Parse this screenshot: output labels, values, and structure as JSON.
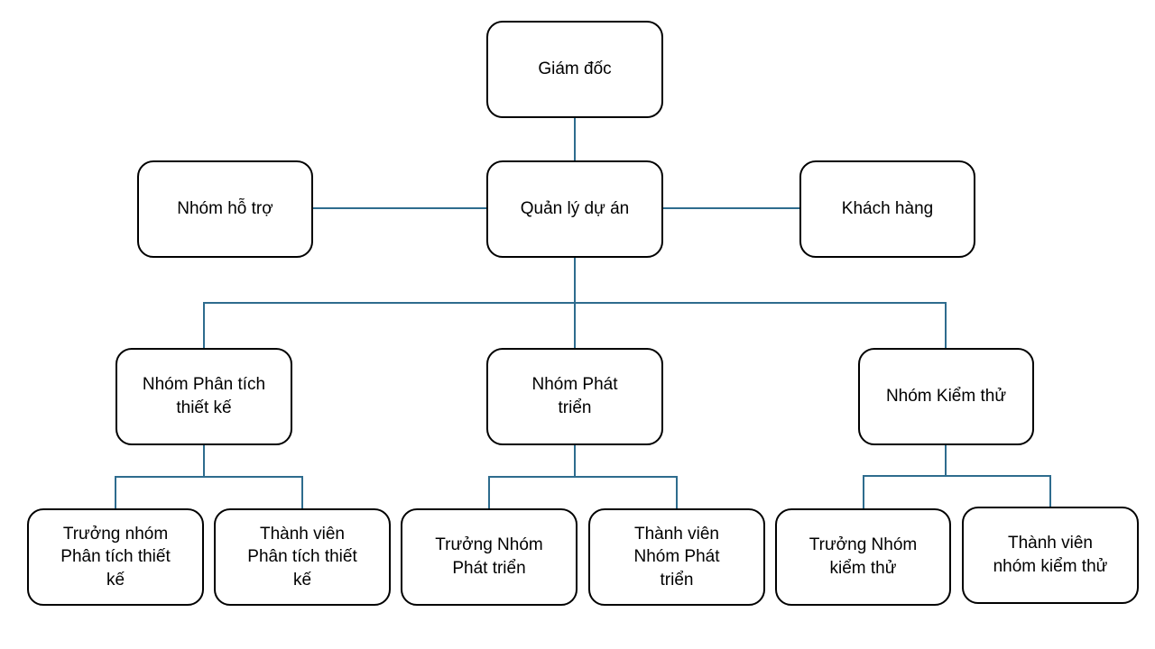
{
  "colors": {
    "connector": "#2E6C8E",
    "box_border": "#000000",
    "text": "#000000"
  },
  "nodes": {
    "director": "Giám đốc",
    "project_manager": "Quản lý dự án",
    "support_team": "Nhóm hỗ trợ",
    "customer": "Khách hàng",
    "analysis_team": "Nhóm Phân tích\nthiết kế",
    "dev_team": "Nhóm Phát\ntriển",
    "test_team": "Nhóm Kiểm thử",
    "analysis_lead": "Trưởng nhóm\nPhân tích thiết\nkế",
    "analysis_member": "Thành viên\nPhân tích thiết\nkế",
    "dev_lead": "Trưởng Nhóm\nPhát triển",
    "dev_member": "Thành viên\nNhóm Phát\ntriển",
    "test_lead": "Trưởng Nhóm\nkiểm thử",
    "test_member": "Thành viên\nnhóm kiểm thử"
  }
}
